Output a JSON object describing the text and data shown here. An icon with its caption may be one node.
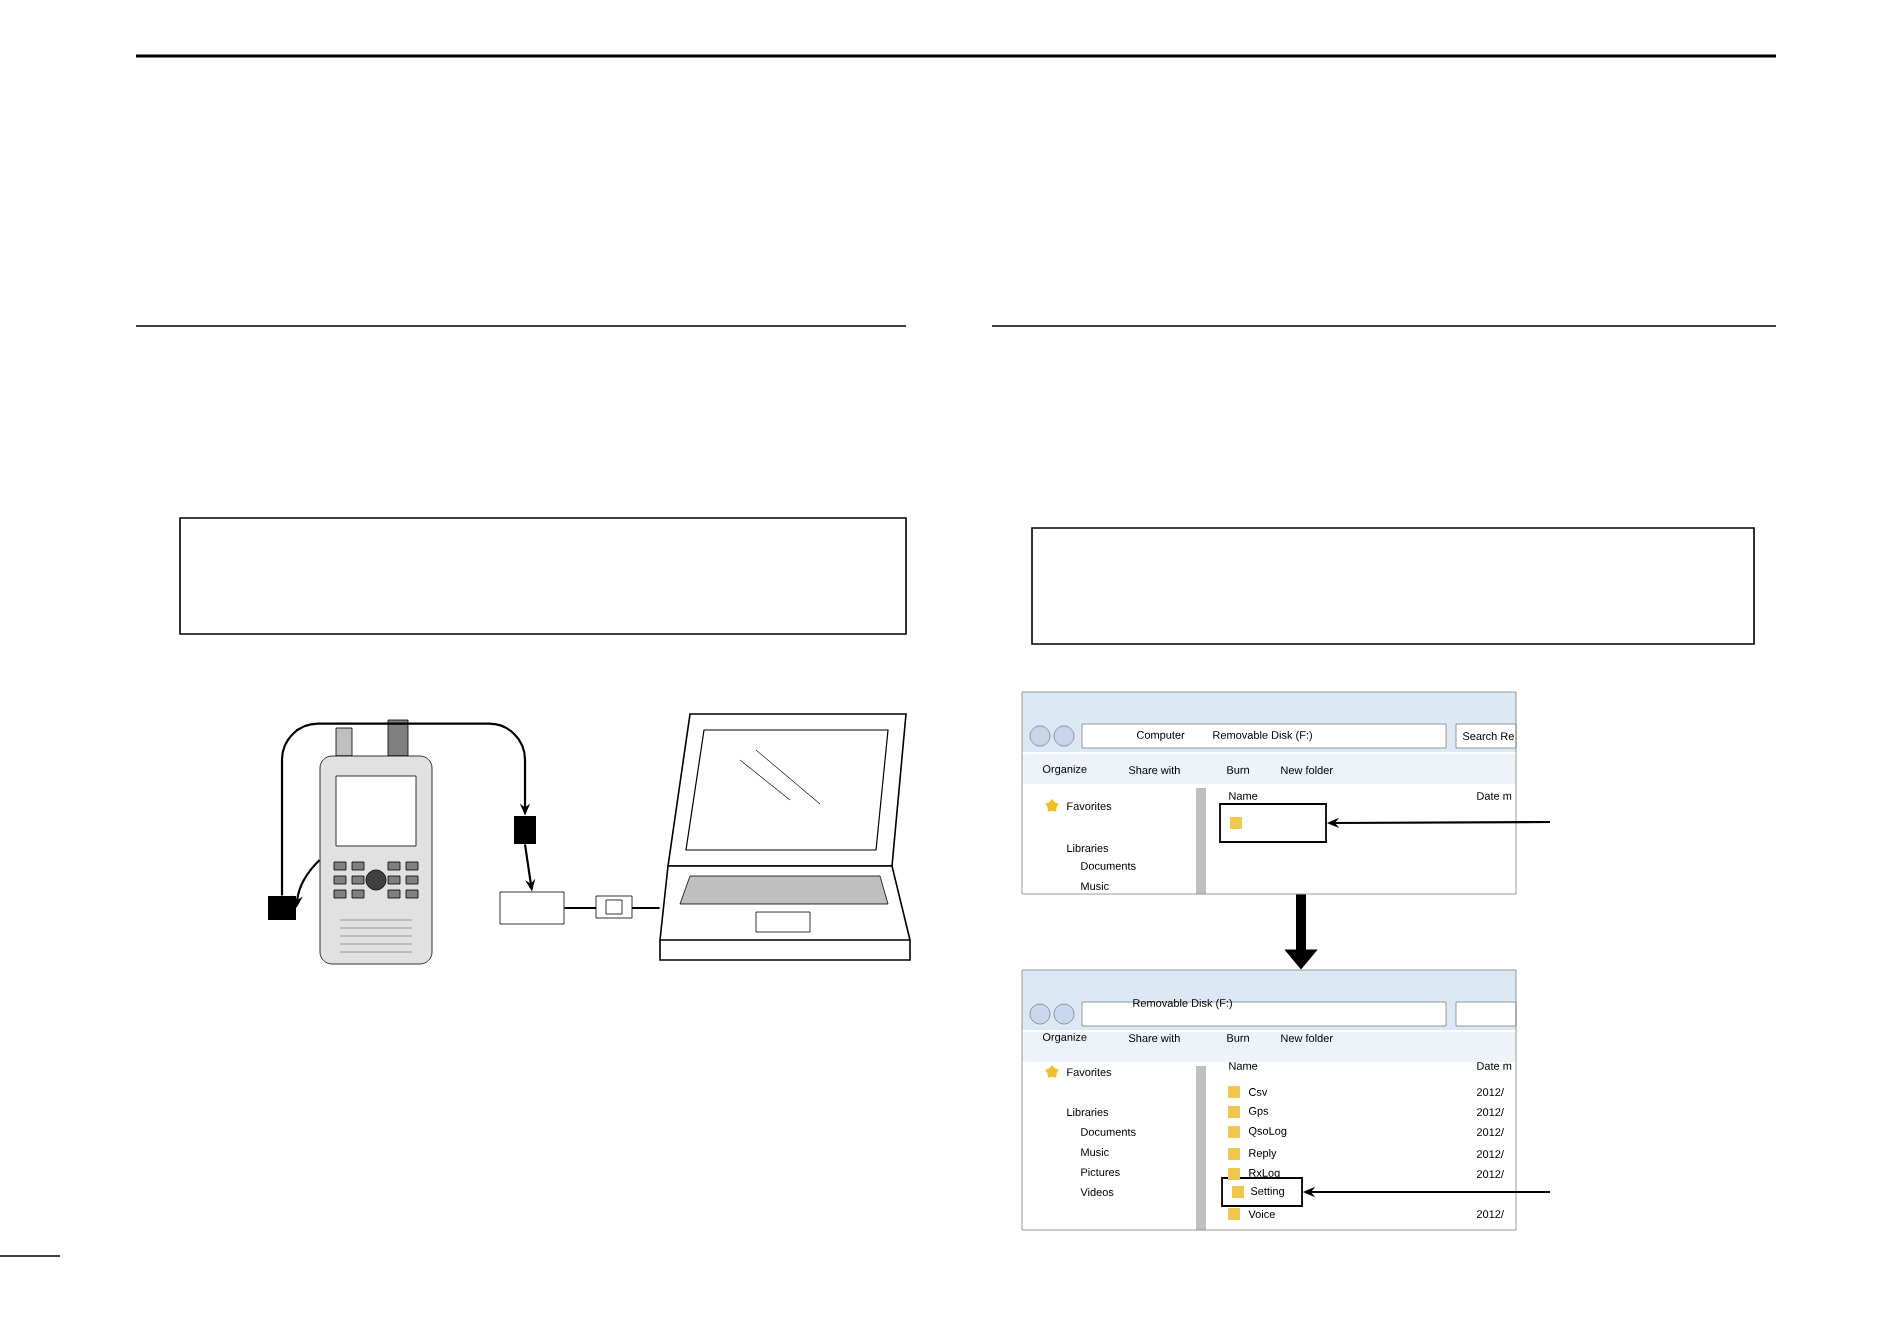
{
  "diagram": {
    "nodes": [
      {
        "text": [],
        "shape": "box"
      },
      {
        "text": [],
        "shape": "box"
      },
      {
        "text": [],
        "shape": "picture"
      },
      {
        "text": [],
        "shape": "box"
      },
      {
        "text": [],
        "shape": "box"
      },
      {
        "text": [],
        "shape": "box"
      },
      {
        "text": [],
        "shape": "picture"
      },
      {
        "text": [
          "Computer",
          "Removable Disk (F:)",
          "Search Re",
          "Organize",
          "Share with",
          "Burn",
          "New folder",
          "Favorites",
          "Name",
          "Date m",
          "Libraries",
          "Documents",
          "Music"
        ]
      },
      {
        "text": [],
        "shape": "box",
        "in": 7
      },
      {
        "text": [
          "Removable Disk (F:)",
          "Organize",
          "Share with",
          "Burn",
          "New folder",
          "Name",
          "Date m",
          "Favorites",
          "Libraries",
          "Documents",
          "Music",
          "Pictures",
          "Videos",
          "Csv",
          "Gps",
          "QsoLog",
          "Reply",
          "RxLog",
          "Voice",
          "2012/",
          "2012/",
          "2012/",
          "2012/",
          "2012/",
          "2012/"
        ]
      },
      {
        "text": [
          "Setting"
        ],
        "in": 9
      }
    ],
    "edges": [
      {
        "from": 2,
        "to": 3,
        "arrow": "to"
      },
      {
        "from": 3,
        "to": 4,
        "arrow": "to"
      },
      {
        "from": 4,
        "to": 5,
        "arrow": "to"
      },
      {
        "from": 5,
        "to": 6,
        "arrow": "none"
      },
      {
        "from": 7,
        "to": 9,
        "arrow": "to",
        "style": "thick"
      },
      {
        "from": null,
        "to": 8,
        "arrow": "to"
      },
      {
        "from": null,
        "to": 10,
        "arrow": "to"
      }
    ]
  }
}
